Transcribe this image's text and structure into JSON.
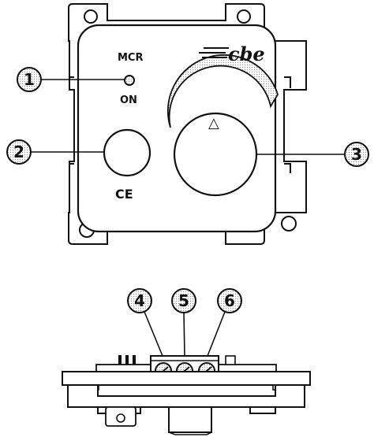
{
  "front": {
    "label_mcr": "MCR",
    "label_on": "ON",
    "brand": "cbe",
    "ce_mark": "CE",
    "knob_marker": "△"
  },
  "callouts": [
    "1",
    "2",
    "3",
    "4",
    "5",
    "6"
  ]
}
